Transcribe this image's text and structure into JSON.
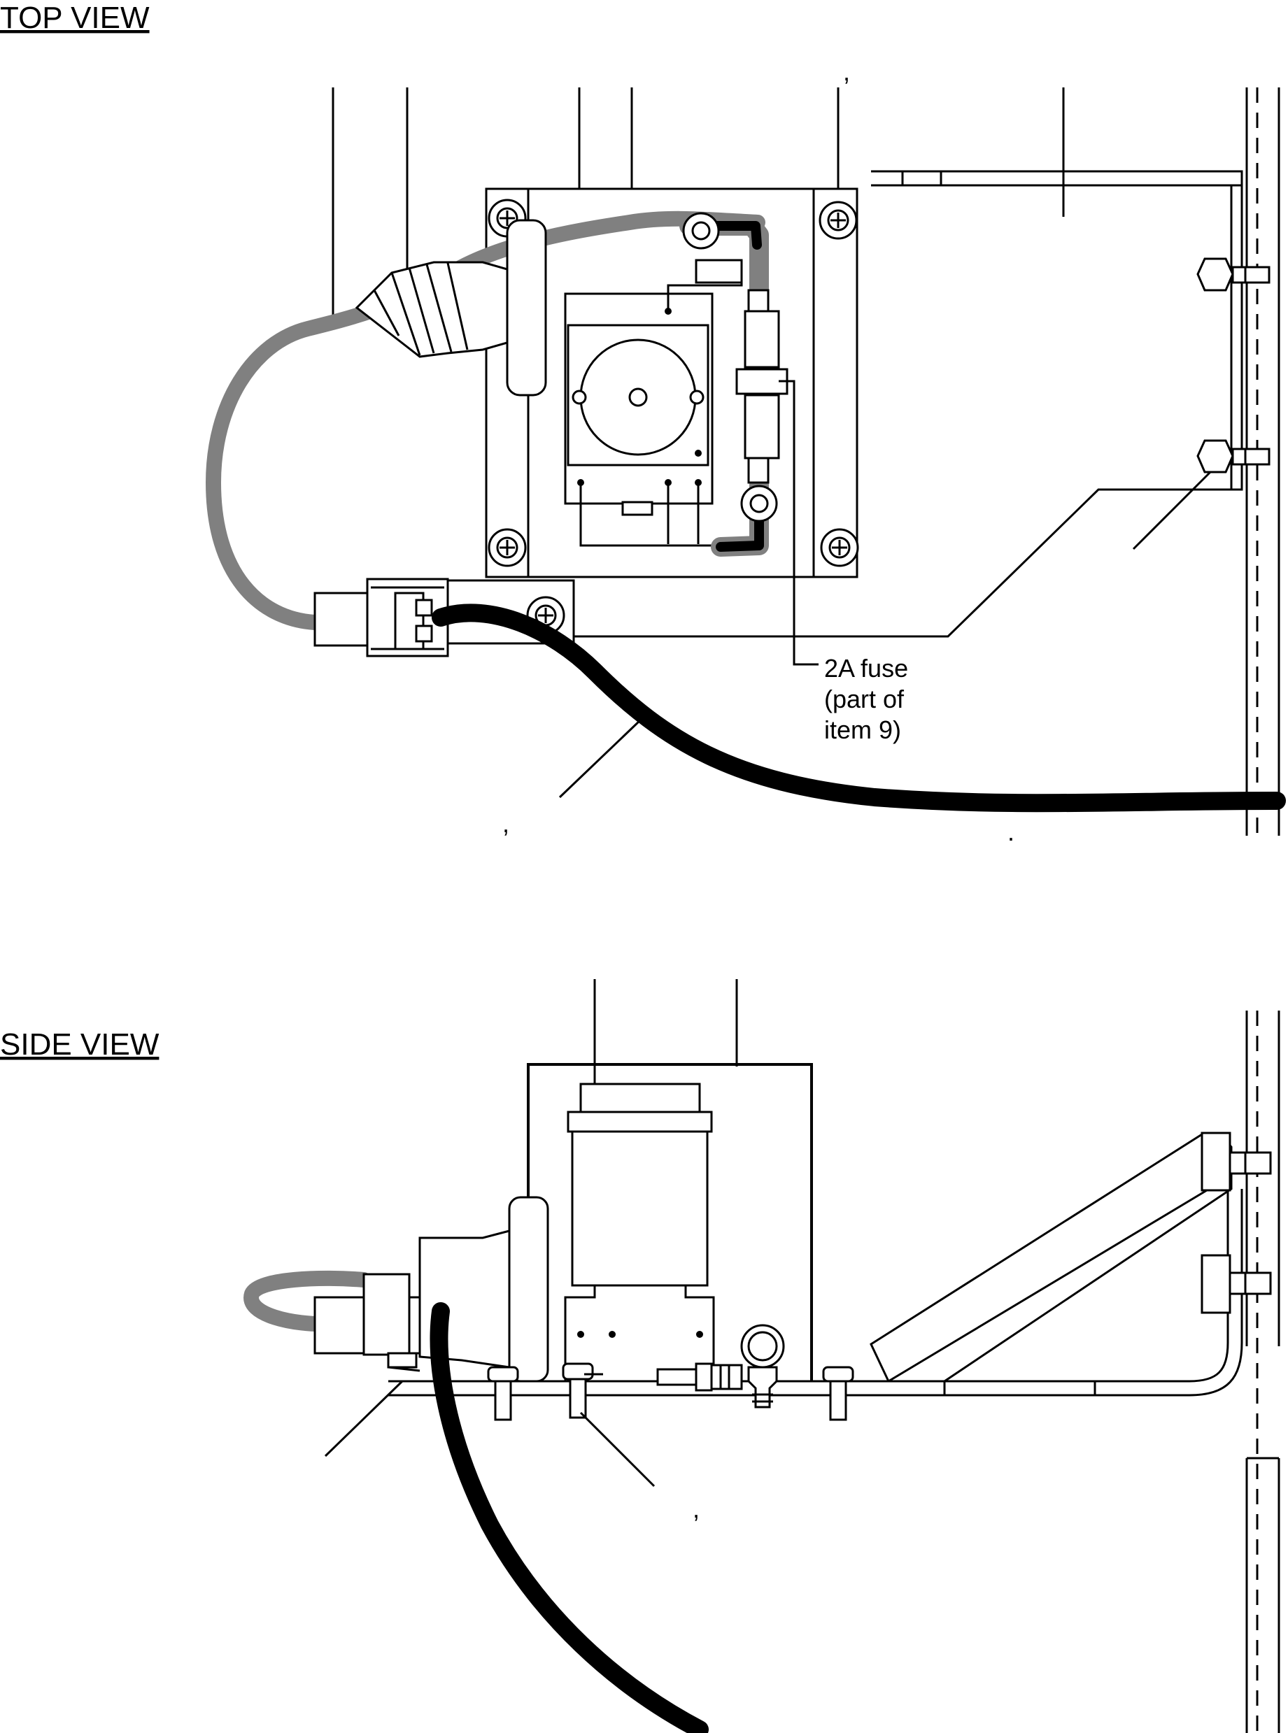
{
  "views": {
    "top": {
      "title": "TOP VIEW"
    },
    "side": {
      "title": "SIDE VIEW"
    }
  },
  "callouts": {
    "fuse": {
      "line1": "2A fuse",
      "line2": "(part of",
      "line3": "item 9)"
    }
  },
  "stray_marks": {
    "comma_top": ",",
    "comma_mid": ",",
    "dot": ".",
    "comma_side": ","
  }
}
